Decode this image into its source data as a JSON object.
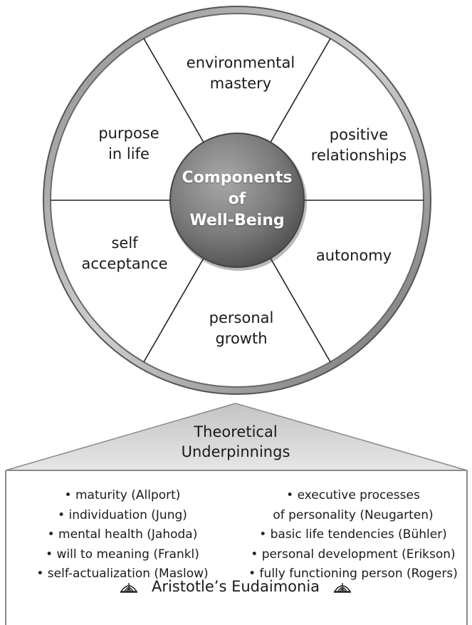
{
  "wheel": {
    "center_label_lines": [
      "Components",
      "of",
      "Well-Being"
    ],
    "segments": [
      {
        "name": "environmental-mastery",
        "lines": [
          "environmental",
          "mastery"
        ]
      },
      {
        "name": "positive-relationships",
        "lines": [
          "positive",
          "relationships"
        ]
      },
      {
        "name": "autonomy",
        "lines": [
          "autonomy"
        ]
      },
      {
        "name": "personal-growth",
        "lines": [
          "personal",
          "growth"
        ]
      },
      {
        "name": "self-acceptance",
        "lines": [
          "self",
          "acceptance"
        ]
      },
      {
        "name": "purpose-in-life",
        "lines": [
          "purpose",
          "in life"
        ]
      }
    ]
  },
  "theory": {
    "title_lines": [
      "Theoretical",
      "Underpinnings"
    ],
    "left_items": [
      "• maturity (Allport)",
      "• individuation (Jung)",
      "• mental health (Jahoda)",
      "• will to meaning (Frankl)",
      "• self-actualization (Maslow)"
    ],
    "right_items": [
      "• executive processes",
      "of personality (Neugarten)",
      "• basic life tendencies (Bühler)",
      "• personal development (Erikson)",
      "• fully functioning person (Rogers)"
    ],
    "footer": "Aristotle’s Eudaimonia"
  },
  "colors": {
    "ring_outer": "#6f6f6f",
    "ring_inner": "#bdbdbd",
    "hub": "#7a7a7a",
    "roof": "#d4d4d4",
    "border": "#8a8a8a"
  },
  "icons": {
    "footer_ornament": "shell-ornament-icon"
  }
}
